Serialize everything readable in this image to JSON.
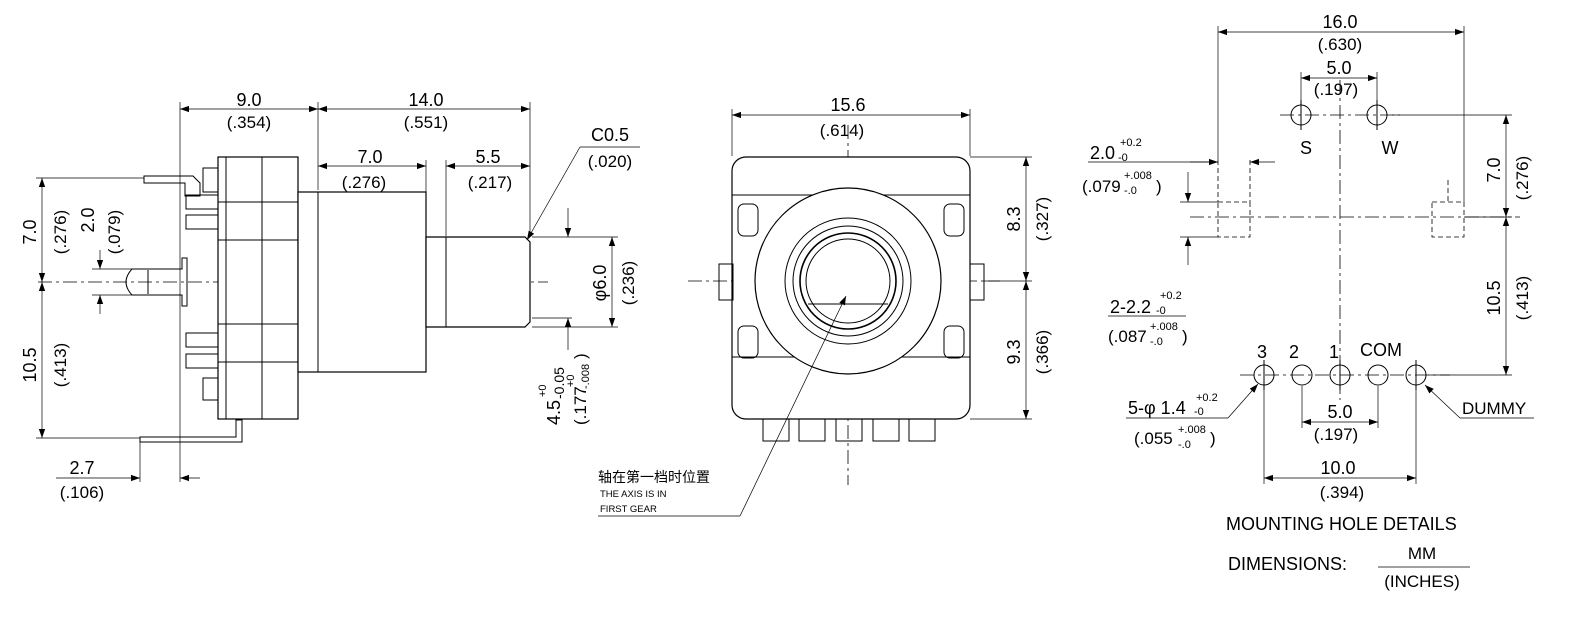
{
  "side_view": {
    "dim_9_0": {
      "mm": "9.0",
      "in": "(.354)"
    },
    "dim_14_0": {
      "mm": "14.0",
      "in": "(.551)"
    },
    "dim_7_0_shaft": {
      "mm": "7.0",
      "in": "(.276)"
    },
    "dim_5_5": {
      "mm": "5.5",
      "in": "(.217)"
    },
    "chamfer": {
      "mm": "C0.5",
      "in": "(.020)"
    },
    "dim_7_0_v": {
      "mm": "7.0",
      "in": "(.276)"
    },
    "dim_2_0_v": {
      "mm": "2.0",
      "in": "(.079)"
    },
    "dim_10_5_v": {
      "mm": "10.5",
      "in": "(.413)"
    },
    "dim_dia_6_0": {
      "mm": "φ6.0",
      "in": "(.236)"
    },
    "dim_4_5": {
      "mm": "4.5",
      "tol_up": "+0",
      "tol_dn": "-0.05",
      "in": "(.177",
      "in_up": "+0",
      "in_dn": "-.008",
      "in_close": ")"
    },
    "dim_2_7": {
      "mm": "2.7",
      "in": "(.106)"
    }
  },
  "front_view": {
    "dim_15_6": {
      "mm": "15.6",
      "in": "(.614)"
    },
    "dim_8_3": {
      "mm": "8.3",
      "in": "(.327)"
    },
    "dim_9_3": {
      "mm": "9.3",
      "in": "(.366)"
    },
    "note_cn": "轴在第一档时位置",
    "note_en_1": "THE AXIS IS IN",
    "note_en_2": "FIRST GEAR"
  },
  "mounting": {
    "dim_16_0": {
      "mm": "16.0",
      "in": "(.630)"
    },
    "dim_5_0_top": {
      "mm": "5.0",
      "in": "(.197)"
    },
    "label_s": "S",
    "label_w": "W",
    "dim_2_0": {
      "mm": "2.0",
      "tol_up": "+0.2",
      "tol_dn": "-0",
      "in": "(.079",
      "in_up": "+.008",
      "in_dn": "-.0",
      "in_close": ")"
    },
    "dim_2_2_2": {
      "mm": "2-2.2",
      "tol_up": "+0.2",
      "tol_dn": "-0",
      "in": "(.087",
      "in_up": "+.008",
      "in_dn": "-.0",
      "in_close": ")"
    },
    "dim_7_0_v": {
      "mm": "7.0",
      "in": "(.276)"
    },
    "dim_10_5_v": {
      "mm": "10.5",
      "in": "(.413)"
    },
    "pin_labels": [
      "3",
      "2",
      "1",
      "COM"
    ],
    "dim_5_hole": {
      "mm": "5-φ 1.4",
      "tol_up": "+0.2",
      "tol_dn": "-0",
      "in": "(.055",
      "in_up": "+.008",
      "in_dn": "-.0",
      "in_close": ")"
    },
    "dummy": "DUMMY",
    "dim_5_0_bottom": {
      "mm": "5.0",
      "in": "(.197)"
    },
    "dim_10_0": {
      "mm": "10.0",
      "in": "(.394)"
    },
    "title": "MOUNTING HOLE DETAILS",
    "units_label": "DIMENSIONS:",
    "units_mm": "MM",
    "units_in": "(INCHES)"
  }
}
